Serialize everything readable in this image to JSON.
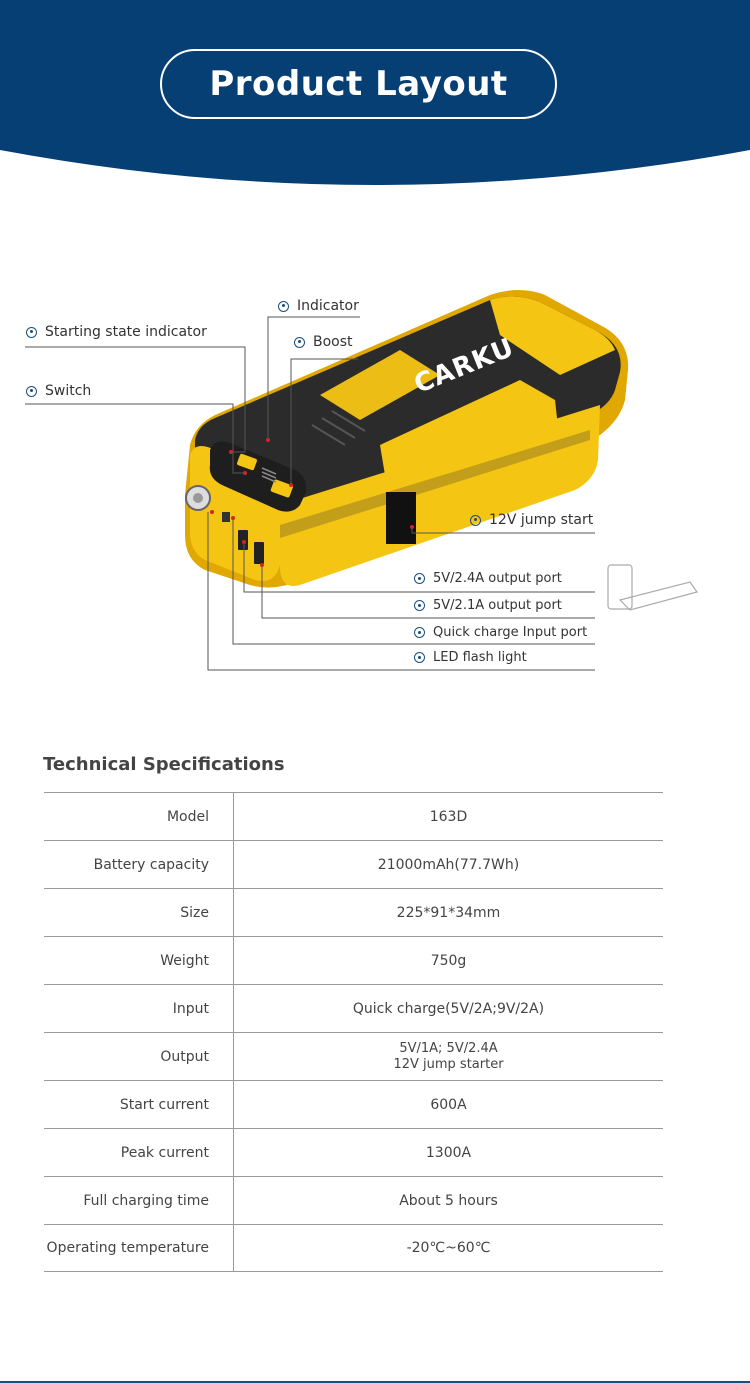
{
  "header": {
    "title": "Product Layout",
    "bg_color": "#053f74",
    "text_color": "#ffffff"
  },
  "product": {
    "brand": "CARKU",
    "body_color": "#f5c514",
    "shell_color": "#2b2b2b",
    "labels": {
      "indicator": "Indicator",
      "starting_state_indicator": "Starting state indicator",
      "boost": "Boost",
      "switch": "Switch",
      "jump_start": "12V jump start",
      "port_24": "5V/2.4A output port",
      "port_21": "5V/2.1A output port",
      "quick_charge": "Quick charge Input port",
      "led": "LED flash light"
    }
  },
  "specs": {
    "title": "Technical Specifications",
    "rows": [
      {
        "label": "Model",
        "value": "163D"
      },
      {
        "label": "Battery capacity",
        "value": "21000mAh(77.7Wh)"
      },
      {
        "label": "Size",
        "value": "225*91*34mm"
      },
      {
        "label": "Weight",
        "value": "750g"
      },
      {
        "label": "Input",
        "value": "Quick charge(5V/2A;9V/2A)"
      },
      {
        "label": "Output",
        "value": "5V/1A; 5V/2.4A",
        "value2": "12V jump starter"
      },
      {
        "label": "Start current",
        "value": "600A"
      },
      {
        "label": "Peak current",
        "value": "1300A"
      },
      {
        "label": "Full charging time",
        "value": "About 5 hours"
      },
      {
        "label": "Operating temperature",
        "value": "-20℃~60℃"
      }
    ]
  }
}
